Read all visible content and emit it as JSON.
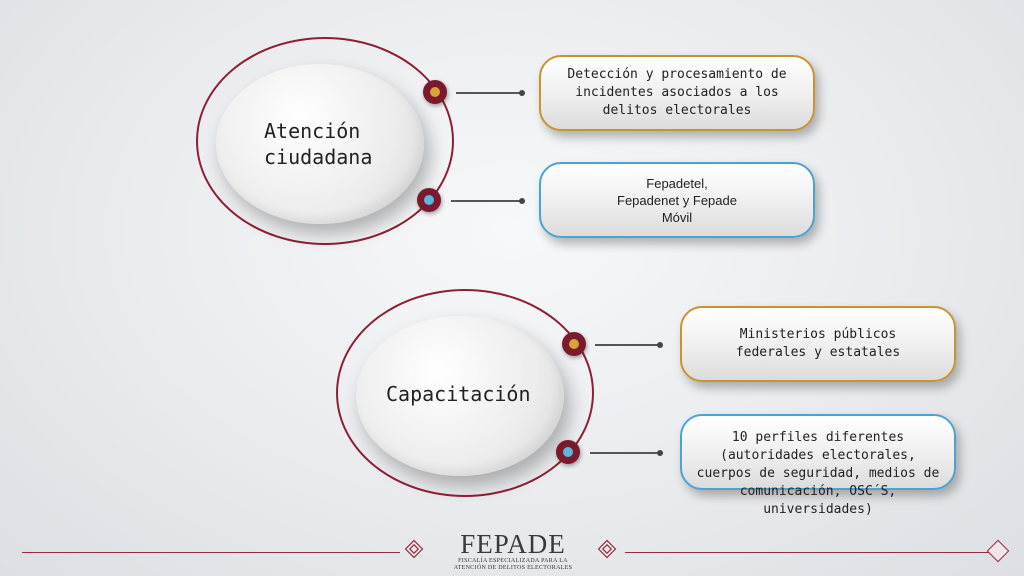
{
  "section1": {
    "title_line1": "Atención",
    "title_line2": "ciudadana",
    "item1": "Detección y procesamiento de incidentes asociados a los delitos electorales",
    "item2": "Fepadetel, Fepadenet y Fepade Móvil"
  },
  "section2": {
    "title": "Capacitación",
    "item1": "Ministerios públicos federales y estatales",
    "item2": "10 perfiles diferentes (autoridades electorales, cuerpos de seguridad, medios de comunicación, OSC´S, universidades)"
  },
  "footer": {
    "logo_title": "FEPADE",
    "logo_sub1": "FISCALÍA ESPECIALIZADA PARA LA",
    "logo_sub2": "ATENCIÓN DE DELITOS ELECTORALES"
  },
  "colors": {
    "maroon": "#8e1f34",
    "gold": "#c9932f",
    "blue": "#4aa3d0"
  }
}
